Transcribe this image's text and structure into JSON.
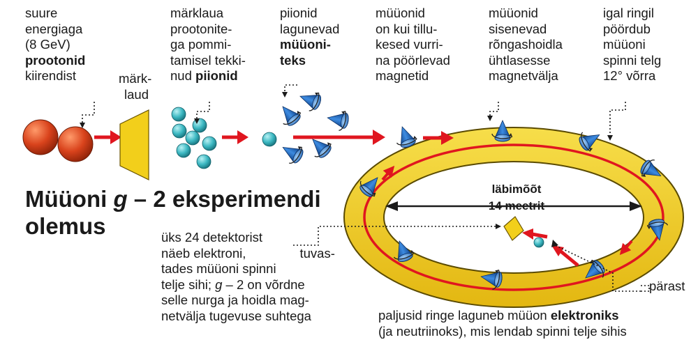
{
  "title": {
    "line1_pre": "Müüoni ",
    "line1_italic": "g",
    "line1_post": " – 2 eksperimendi",
    "line2": "olemus"
  },
  "captions": {
    "protons": {
      "l1": "suure",
      "l2": "energiaga",
      "l3": "(8 GeV)",
      "l4_bold": "prootonid",
      "l5": "kiirendist"
    },
    "target": {
      "l1": "märk-",
      "l2": "laud"
    },
    "pions": {
      "l1": "märklaua",
      "l2": "prootonite-",
      "l3": "ga pommi-",
      "l4": "tamisel tekki-",
      "l5_pre": "nud ",
      "l5_bold": "piionid"
    },
    "decay": {
      "l1": "piionid",
      "l2": "lagunevad",
      "l3_bold": "müüoni-",
      "l4_bold": "teks"
    },
    "muons_magnets": {
      "l1": "müüonid",
      "l2": "on kui tillu-",
      "l3": "kesed vurri-",
      "l4": "na pöörlevad",
      "l5": "magnetid"
    },
    "muons_enter": {
      "l1": "müüonid",
      "l2": "sisenevad",
      "l3": "rõngashoidla",
      "l4": "ühtlasesse",
      "l5": "magnetvälja"
    },
    "spin": {
      "l1": "igal ringil",
      "l2": "pöördub",
      "l3": "müüoni",
      "l4": "spinni telg",
      "l5": "12° võrra"
    },
    "detector": {
      "l1": "üks 24 detektorist",
      "l2": "näeb elektroni,",
      "l3": "tuvas-",
      "l4": "tades müüoni spinni",
      "l5_pre": "telje sihi; ",
      "l5_italic": "g",
      "l5_post": " – 2 on võrdne",
      "l6": "selle nurga ja hoidla mag-",
      "l7": "netvälja tugevuse suhtega"
    },
    "after": {
      "l1": "pärast"
    },
    "electron": {
      "l1_pre": "paljusid ringe laguneb müüon ",
      "l1_bold": "elektroniks",
      "l2": "(ja neutriinoks), mis lendab spinni telje sihis"
    }
  },
  "diameter": {
    "l1": "läbimõõt",
    "l2": "14 meetrit"
  },
  "colors": {
    "proton": "#d9431c",
    "target": "#f2cf1b",
    "pion": "#3cb8c2",
    "muon": "#1e6cc4",
    "ring": "#f2cf1b",
    "arrow": "#e0161f"
  }
}
